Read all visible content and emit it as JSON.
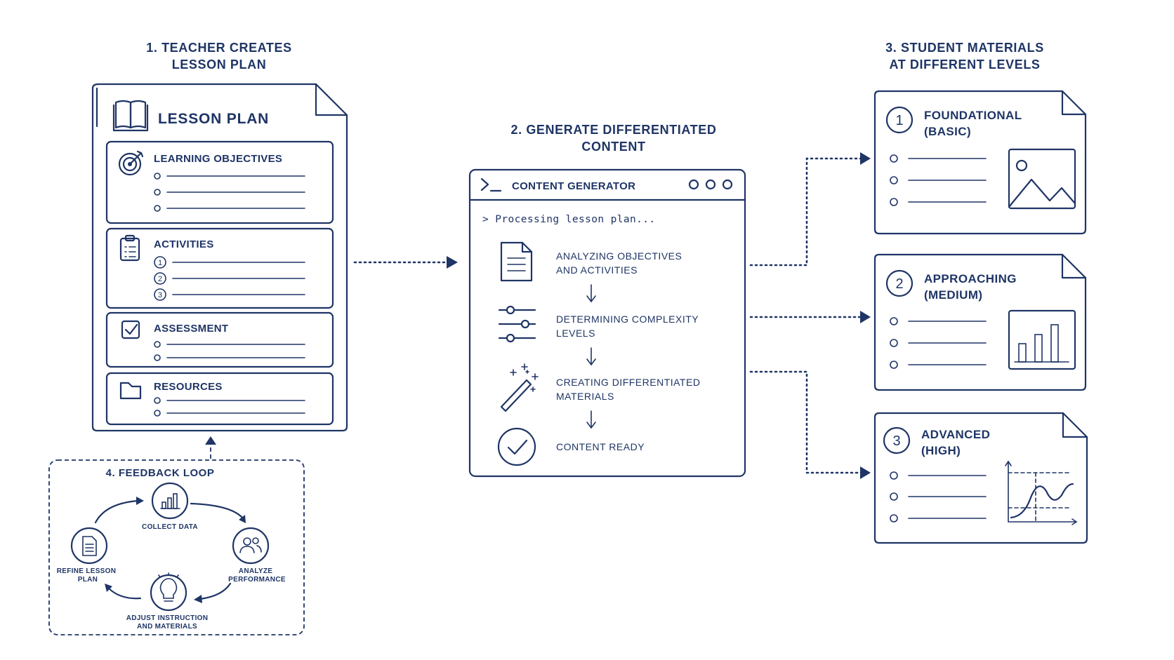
{
  "section1": {
    "title_line1": "1. TEACHER CREATES",
    "title_line2": "LESSON PLAN"
  },
  "lesson_plan": {
    "title": "LESSON PLAN",
    "sections": [
      {
        "label": "LEARNING OBJECTIVES",
        "icon": "target-icon"
      },
      {
        "label": "ACTIVITIES",
        "icon": "clipboard-icon",
        "items": [
          "1",
          "2",
          "3"
        ]
      },
      {
        "label": "ASSESSMENT",
        "icon": "checkbox-icon"
      },
      {
        "label": "RESOURCES",
        "icon": "folder-icon"
      }
    ]
  },
  "section2": {
    "title_line1": "2. GENERATE DIFFERENTIATED",
    "title_line2": "CONTENT"
  },
  "generator": {
    "title": "CONTENT GENERATOR",
    "prompt": "> Processing lesson plan...",
    "steps": [
      {
        "line1": "ANALYZING OBJECTIVES",
        "line2": "AND ACTIVITIES",
        "icon": "document-icon"
      },
      {
        "line1": "DETERMINING COMPLEXITY",
        "line2": "LEVELS",
        "icon": "sliders-icon"
      },
      {
        "line1": "CREATING DIFFERENTIATED",
        "line2": "MATERIALS",
        "icon": "magic-wand-icon"
      },
      {
        "line1": "CONTENT READY",
        "line2": "",
        "icon": "check-circle-icon"
      }
    ]
  },
  "section3": {
    "title_line1": "3. STUDENT MATERIALS",
    "title_line2": "AT DIFFERENT LEVELS"
  },
  "levels": [
    {
      "number": "1",
      "name": "FOUNDATIONAL",
      "sub": "(BASIC)",
      "icon": "image-icon"
    },
    {
      "number": "2",
      "name": "APPROACHING",
      "sub": "(MEDIUM)",
      "icon": "bar-chart-icon"
    },
    {
      "number": "3",
      "name": "ADVANCED",
      "sub": "(HIGH)",
      "icon": "line-graph-icon"
    }
  ],
  "feedback": {
    "title": "4. FEEDBACK LOOP",
    "nodes": [
      {
        "line1": "COLLECT DATA",
        "line2": "",
        "icon": "bar-chart-icon"
      },
      {
        "line1": "ANALYZE",
        "line2": "PERFORMANCE",
        "icon": "users-icon"
      },
      {
        "line1": "ADJUST INSTRUCTION",
        "line2": "AND MATERIALS",
        "icon": "lightbulb-icon"
      },
      {
        "line1": "REFINE LESSON",
        "line2": "PLAN",
        "icon": "document-icon"
      }
    ]
  },
  "colors": {
    "ink": "#1f3566",
    "background": "#ffffff"
  }
}
